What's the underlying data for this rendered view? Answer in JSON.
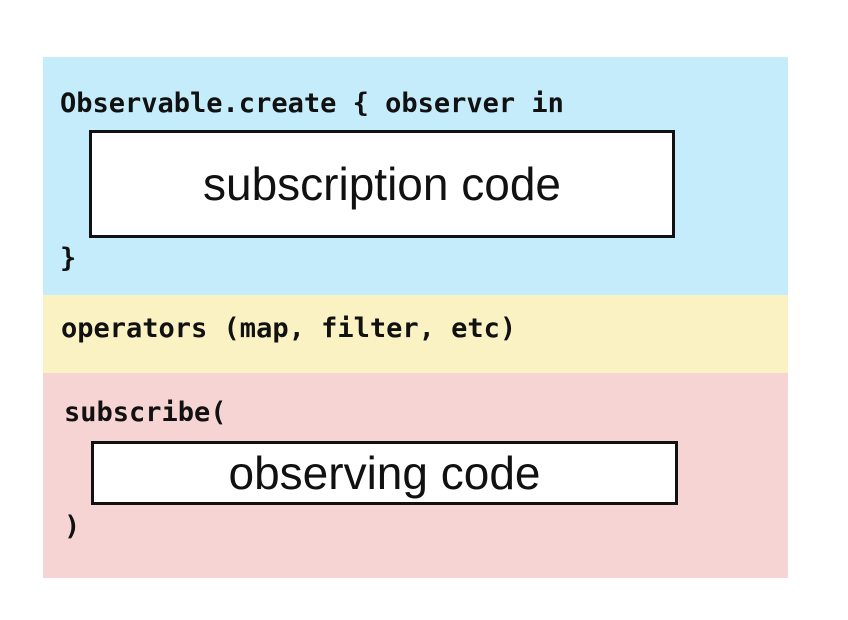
{
  "create_section": {
    "header": "Observable.create { observer in",
    "box_label": "subscription code",
    "closing": "}"
  },
  "operators_section": {
    "text": "operators (map, filter, etc)"
  },
  "subscribe_section": {
    "header": "subscribe(",
    "box_label": "observing code",
    "closing": ")"
  },
  "colors": {
    "create_bg": "#c5ecfb",
    "operators_bg": "#fbf2c4",
    "subscribe_bg": "#f7d4d4"
  }
}
